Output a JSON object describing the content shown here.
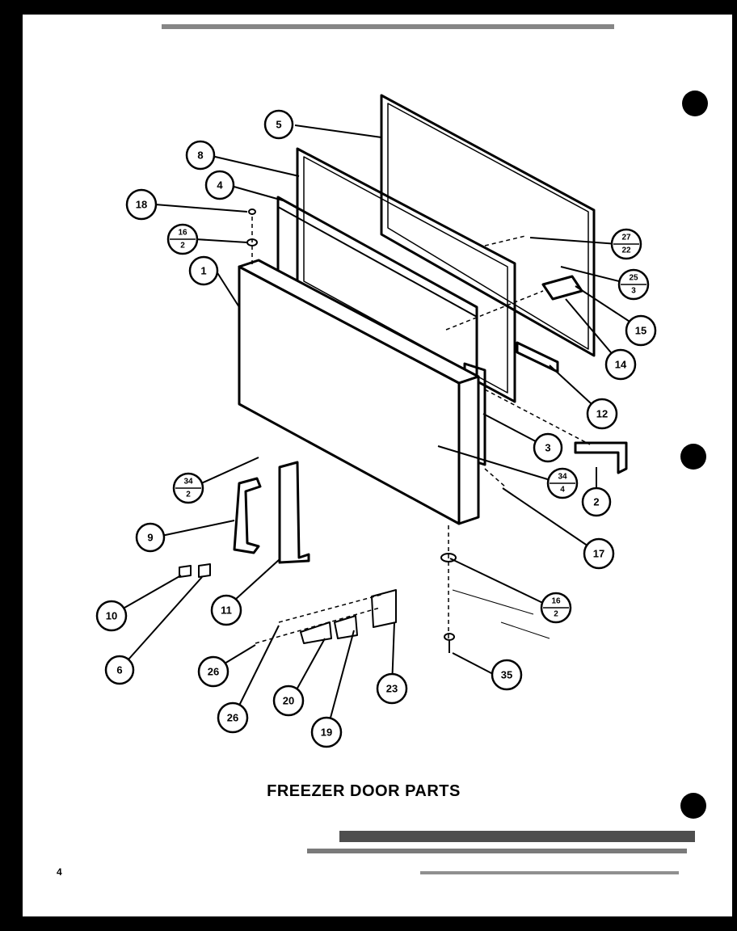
{
  "title": "FREEZER DOOR PARTS",
  "page_number": "4",
  "callouts": {
    "c5": "5",
    "c8": "8",
    "c4": "4",
    "c18": "18",
    "c16a": {
      "num": "16",
      "den": "2"
    },
    "c1": "1",
    "c27": {
      "num": "27",
      "den": "22"
    },
    "c25": {
      "num": "25",
      "den": "3"
    },
    "c15": "15",
    "c14": "14",
    "c12": "12",
    "c3": "3",
    "c34a": {
      "num": "34",
      "den": "2"
    },
    "c34b": {
      "num": "34",
      "den": "4"
    },
    "c2": "2",
    "c9": "9",
    "c17": "17",
    "c10": "10",
    "c11": "11",
    "c16b": {
      "num": "16",
      "den": "2"
    },
    "c6": "6",
    "c26a": "26",
    "c26b": "26",
    "c20": "20",
    "c19": "19",
    "c23": "23",
    "c35": "35"
  }
}
